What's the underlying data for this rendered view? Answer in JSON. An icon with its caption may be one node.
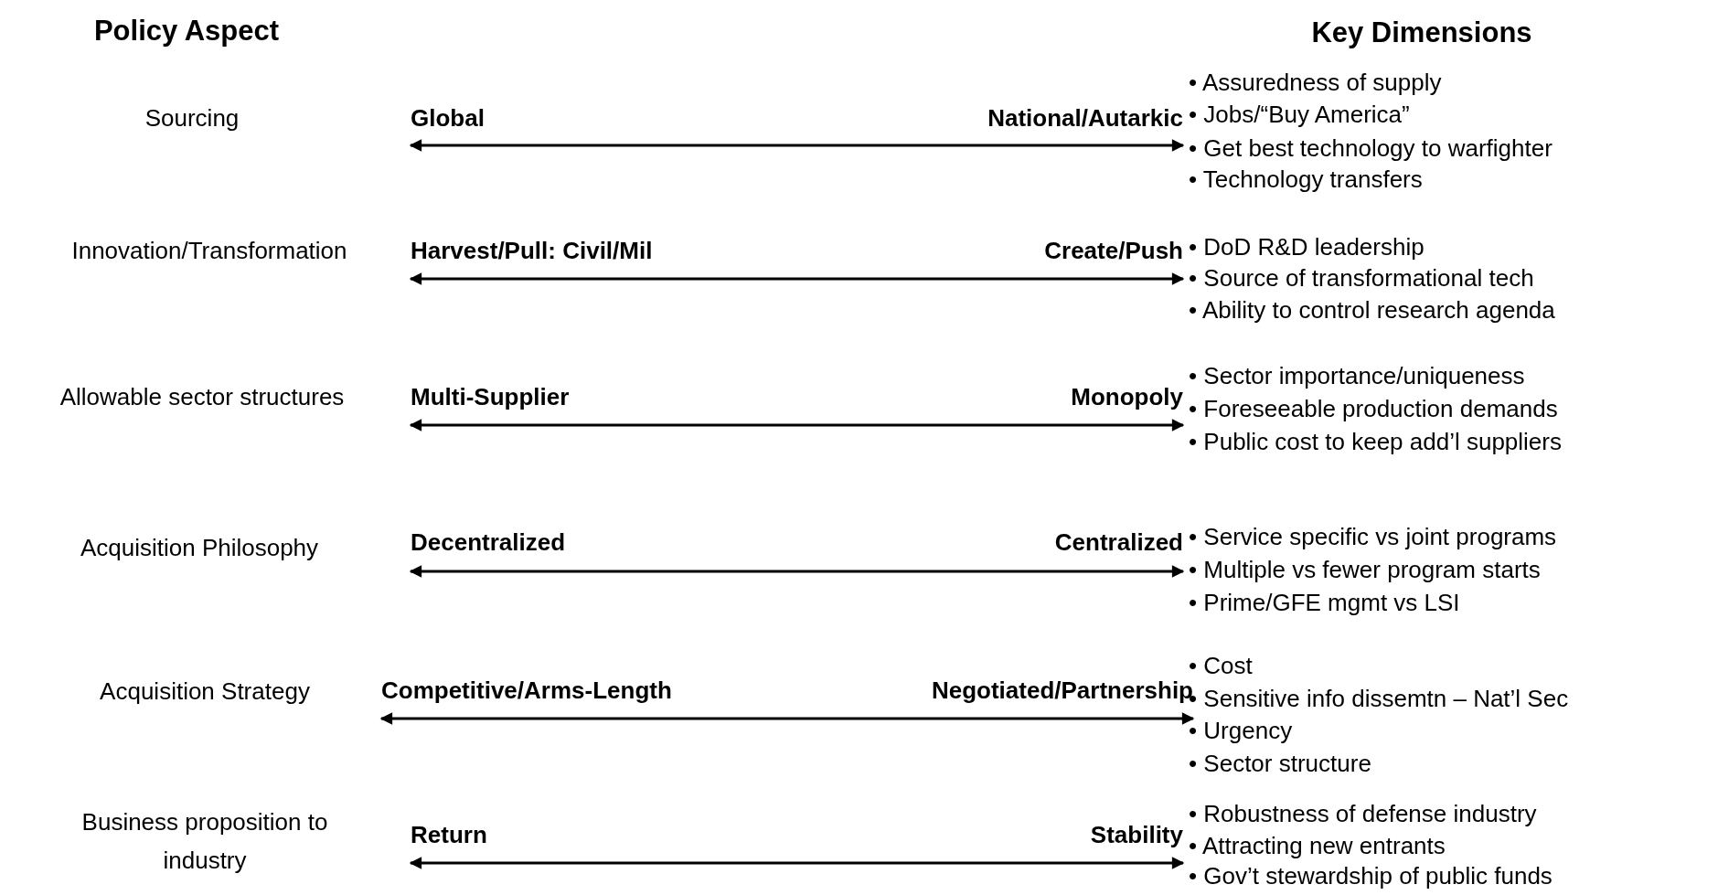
{
  "diagram": {
    "nodes": [
      {
        "text": [
          "Global"
        ]
      },
      {
        "text": [
          "National/Autarkic"
        ]
      },
      {
        "text": [
          "Harvest/Pull: Civil/Mil"
        ]
      },
      {
        "text": [
          "Create/Push"
        ]
      },
      {
        "text": [
          "Multi-Supplier"
        ]
      },
      {
        "text": [
          "Monopoly"
        ]
      },
      {
        "text": [
          "Decentralized"
        ]
      },
      {
        "text": [
          "Centralized"
        ]
      },
      {
        "text": [
          "Competitive/Arms-Length"
        ]
      },
      {
        "text": [
          "Negotiated/Partnership"
        ]
      },
      {
        "text": [
          "Return"
        ]
      },
      {
        "text": [
          "Stability"
        ]
      }
    ],
    "edges": [
      {
        "from": 0,
        "to": 1,
        "arrow": "both"
      },
      {
        "from": 2,
        "to": 3,
        "arrow": "both"
      },
      {
        "from": 4,
        "to": 5,
        "arrow": "both"
      },
      {
        "from": 6,
        "to": 7,
        "arrow": "both"
      },
      {
        "from": 8,
        "to": 9,
        "arrow": "both"
      },
      {
        "from": 10,
        "to": 11,
        "arrow": "both"
      }
    ],
    "labels": [
      "Policy Aspect",
      "Key Dimensions",
      "Sourcing",
      "• Assuredness of supply",
      "• Jobs/“Buy America”",
      "• Get best technology to warfighter",
      "• Technology transfers",
      "Innovation/Transformation",
      "• DoD R&D leadership",
      "• Source of transformational tech",
      "• Ability to control research agenda",
      "Allowable sector structures",
      "• Sector importance/uniqueness",
      "• Foreseeable production demands",
      "• Public cost to keep add’l suppliers",
      "Acquisition Philosophy",
      "• Service specific vs joint programs",
      "• Multiple vs fewer program starts",
      "• Prime/GFE mgmt vs LSI",
      "Acquisition Strategy",
      "• Cost",
      "• Sensitive info dissemtn – Nat’l Sec",
      "• Urgency",
      "• Sector structure",
      "Business proposition to industry",
      "• Robustness of defense industry",
      "• Attracting new entrants",
      "• Gov’t stewardship of public funds"
    ]
  }
}
